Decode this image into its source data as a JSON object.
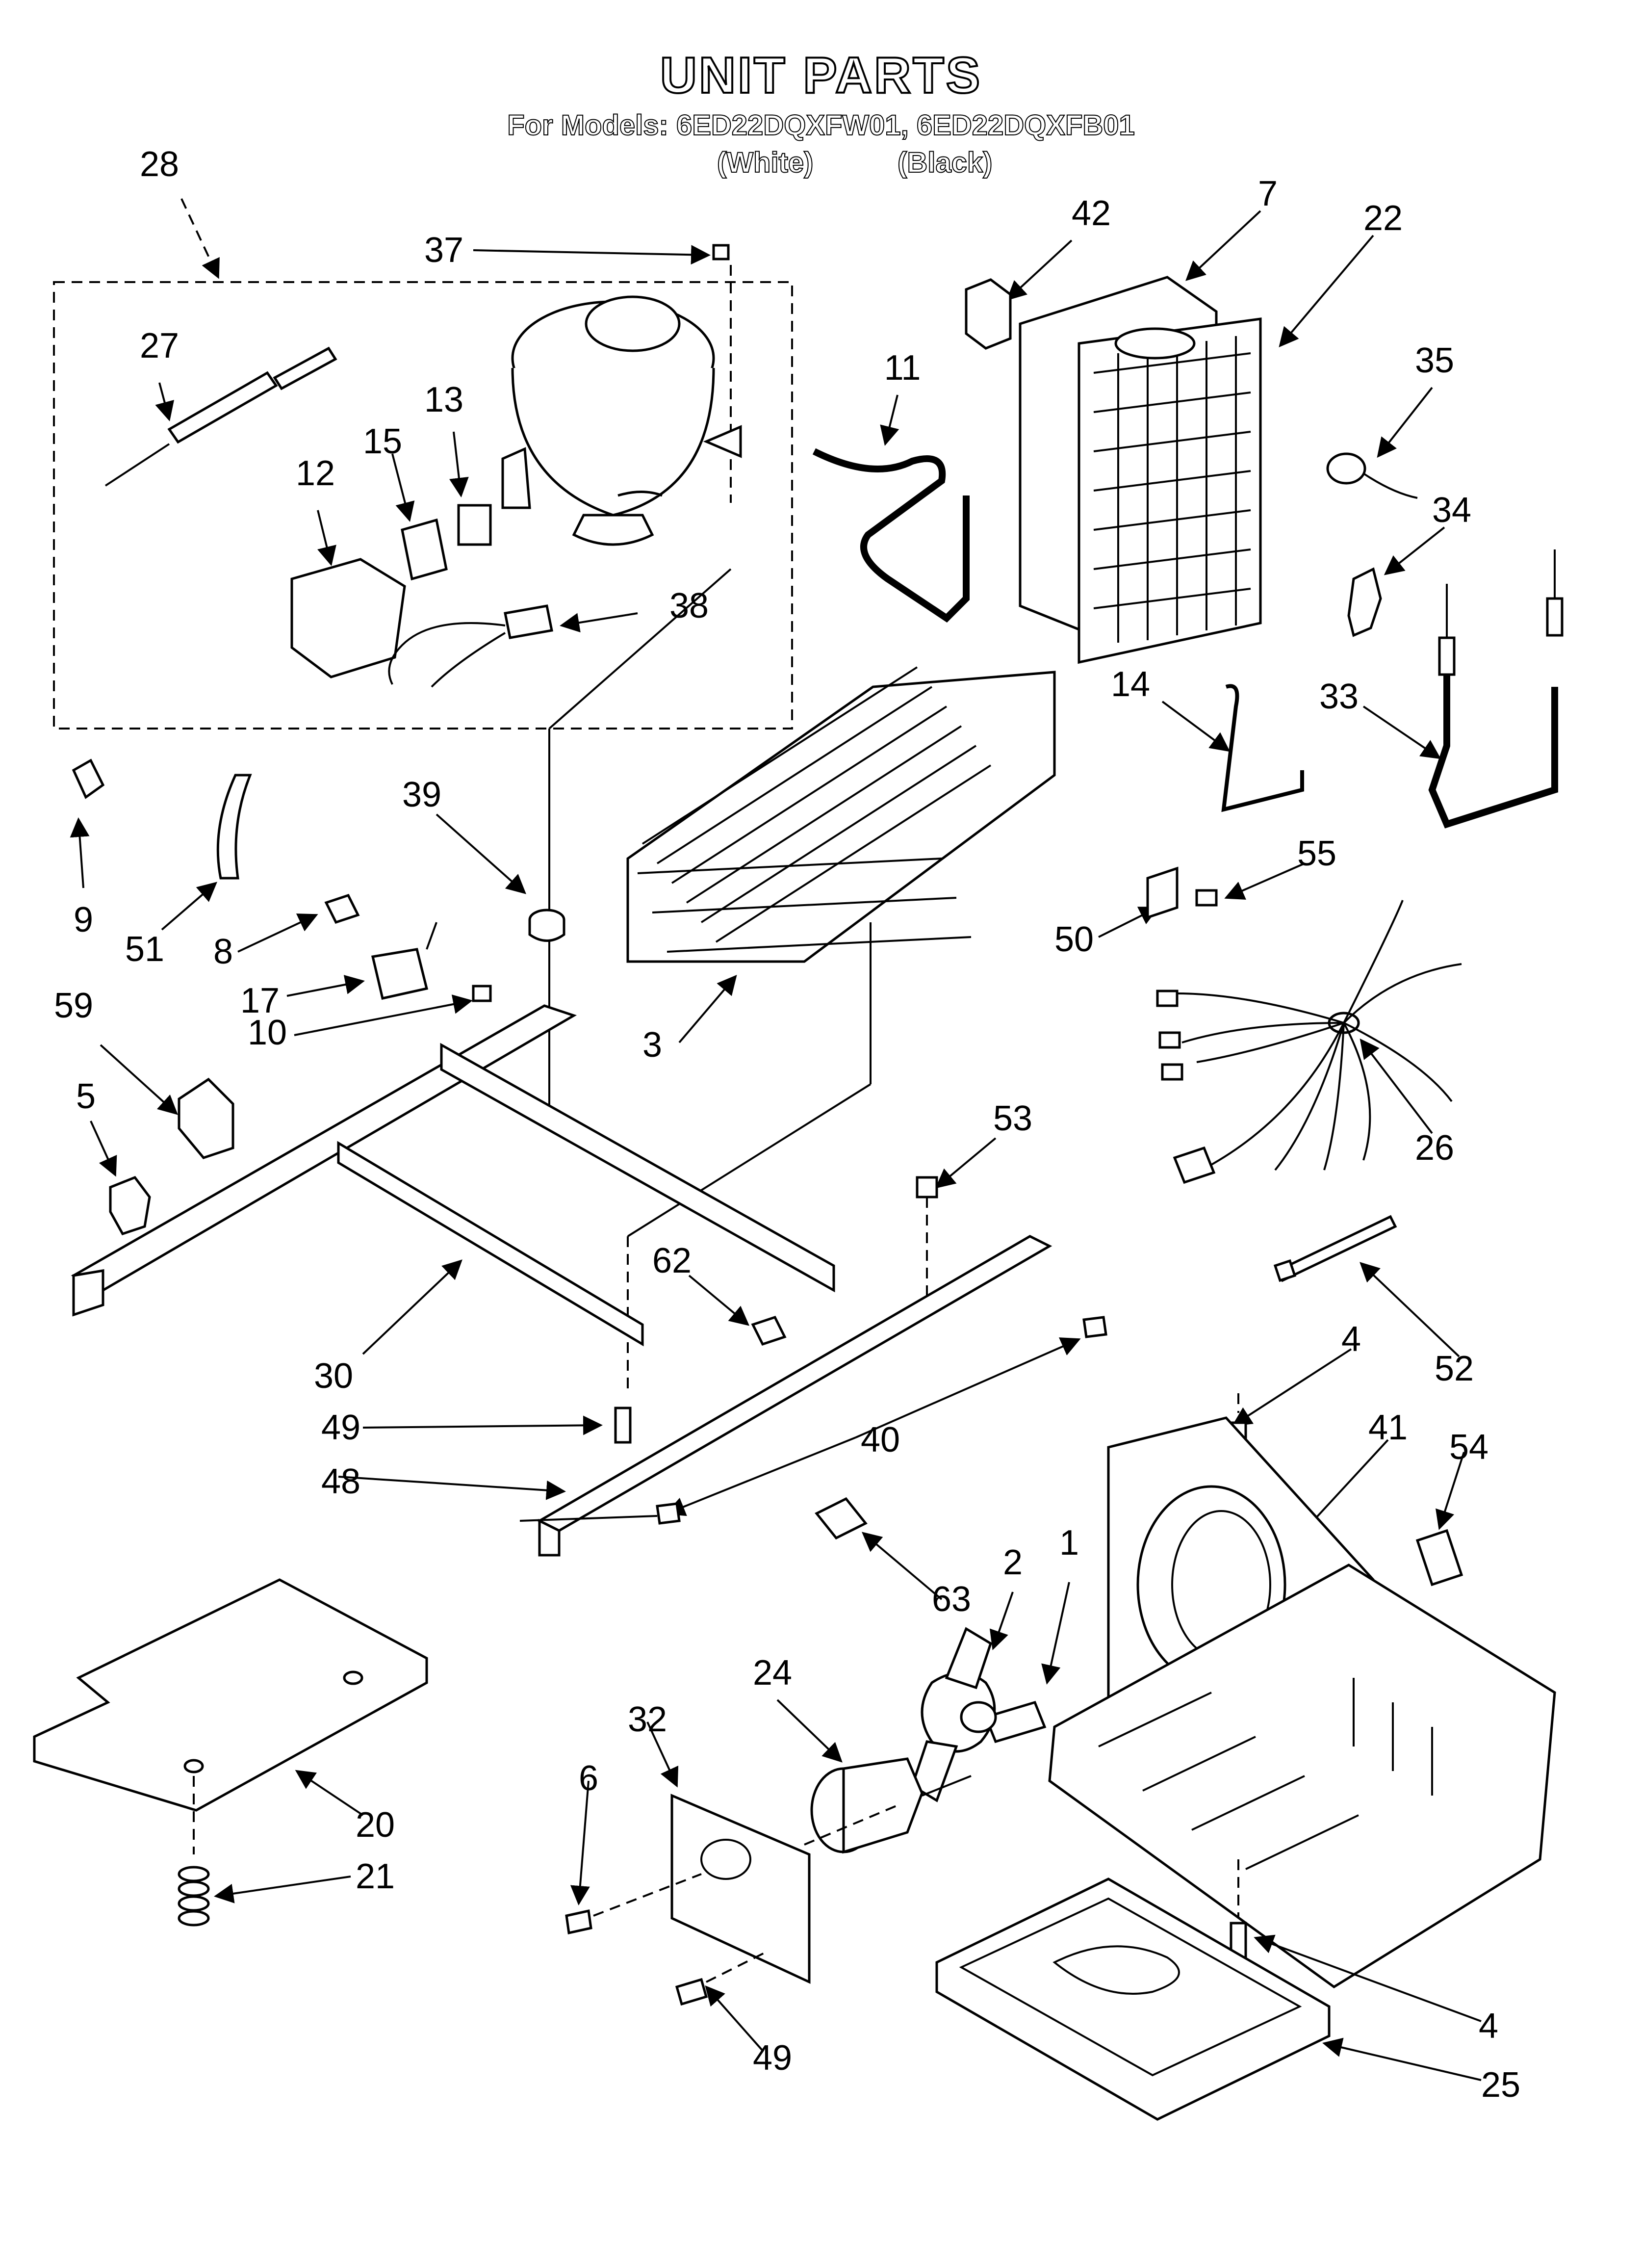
{
  "header": {
    "title": "UNIT PARTS",
    "subtitle": "For Models: 6ED22DQXFW01, 6ED22DQXFB01",
    "variant_white": "(White)",
    "variant_black": "(Black)"
  },
  "callouts": [
    "28",
    "37",
    "27",
    "13",
    "15",
    "12",
    "38",
    "11",
    "42",
    "7",
    "22",
    "35",
    "34",
    "14",
    "33",
    "9",
    "51",
    "39",
    "8",
    "17",
    "10",
    "59",
    "5",
    "3",
    "55",
    "50",
    "26",
    "53",
    "62",
    "30",
    "49",
    "48",
    "40",
    "52",
    "4",
    "41",
    "54",
    "63",
    "2",
    "1",
    "24",
    "32",
    "20",
    "6",
    "21",
    "49",
    "4",
    "25"
  ]
}
